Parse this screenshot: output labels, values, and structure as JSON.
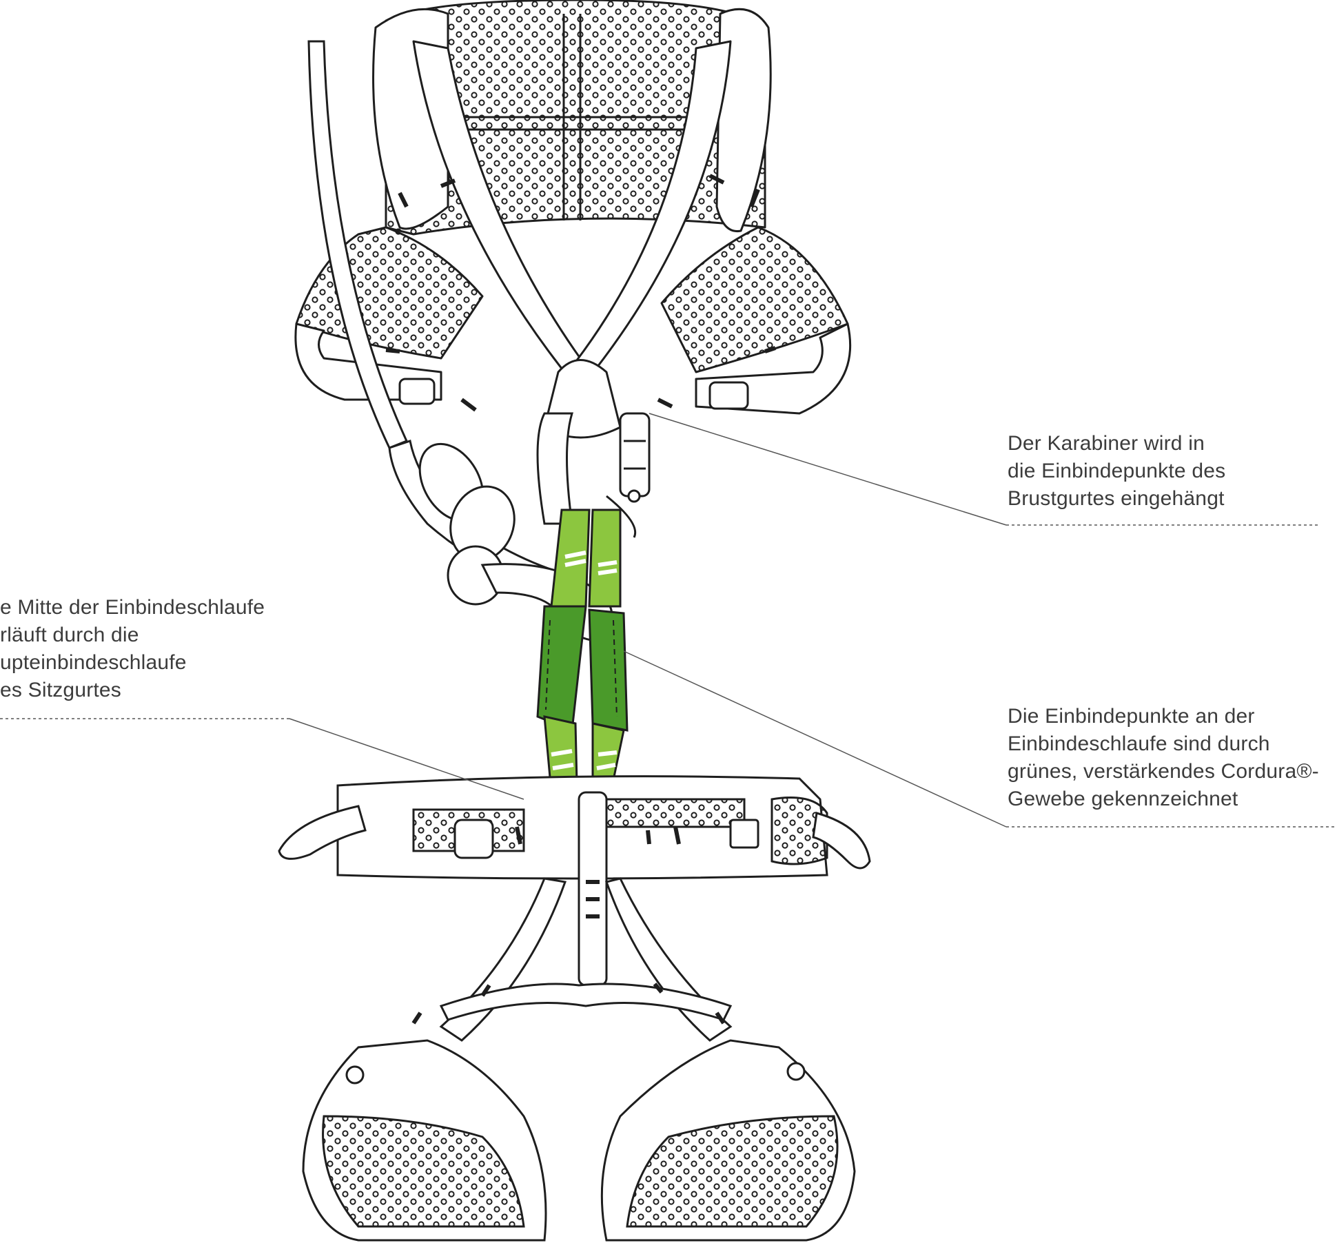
{
  "annotations": {
    "carabiner": {
      "lines": [
        "Der Karabiner wird in",
        "die Einbindepunkte des",
        "Brustgurtes eingehängt"
      ]
    },
    "loop_middle": {
      "lines": [
        "e Mitte der Einbindeschlaufe",
        "rläuft durch die",
        "upteinbindeschlaufe",
        "es Sitzgurtes"
      ]
    },
    "cordura": {
      "lines": [
        "Die Einbindepunkte an der",
        "Einbindeschlaufe sind durch",
        "grünes, verstärkendes Cordura®-",
        "Gewebe gekennzeichnet"
      ]
    }
  },
  "colors": {
    "outline": "#1e1e1e",
    "green_light": "#8cc63f",
    "green_dark": "#4a9a2a",
    "leader_line": "#555555"
  },
  "icons": [
    "harness-illustration",
    "rope-icon",
    "carabiner-icon",
    "figure-eight-knot-icon"
  ]
}
